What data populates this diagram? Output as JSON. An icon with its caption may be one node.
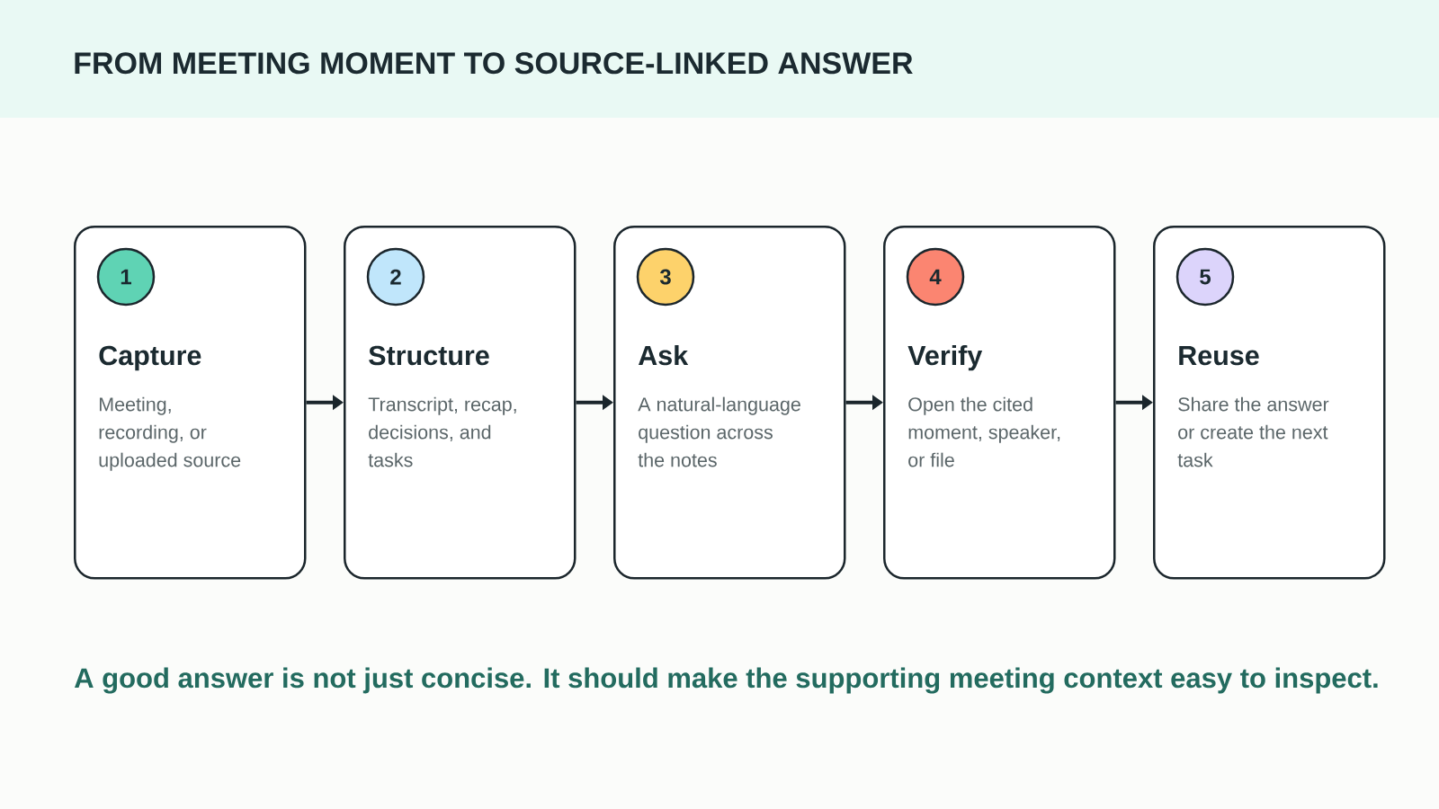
{
  "diagram": {
    "title": "FROM MEETING MOMENT TO SOURCE-LINKED ANSWER",
    "nodes": [
      {
        "text": [
          "Capture",
          "Meeting, recording, or uploaded source"
        ]
      },
      {
        "text": [
          "1"
        ],
        "in": 0
      },
      {
        "text": [
          "Structure",
          "Transcript, recap, decisions, and tasks"
        ]
      },
      {
        "text": [
          "2"
        ],
        "in": 2
      },
      {
        "text": [
          "Ask",
          "A natural-language question across the notes"
        ]
      },
      {
        "text": [
          "3"
        ],
        "in": 4
      },
      {
        "text": [
          "Verify",
          "Open the cited moment, speaker, or file"
        ]
      },
      {
        "text": [
          "4"
        ],
        "in": 6
      },
      {
        "text": [
          "Reuse",
          "Share the answer or create the next task"
        ]
      },
      {
        "text": [
          "5"
        ],
        "in": 8
      }
    ],
    "edges": [
      {
        "from": 0,
        "to": 2,
        "arrow": "to"
      },
      {
        "from": 2,
        "to": 4,
        "arrow": "to"
      },
      {
        "from": 4,
        "to": 6,
        "arrow": "to"
      },
      {
        "from": 6,
        "to": 8,
        "arrow": "to"
      }
    ],
    "caption": "A good answer is not just concise. It should make the supporting meeting context easy to inspect."
  }
}
